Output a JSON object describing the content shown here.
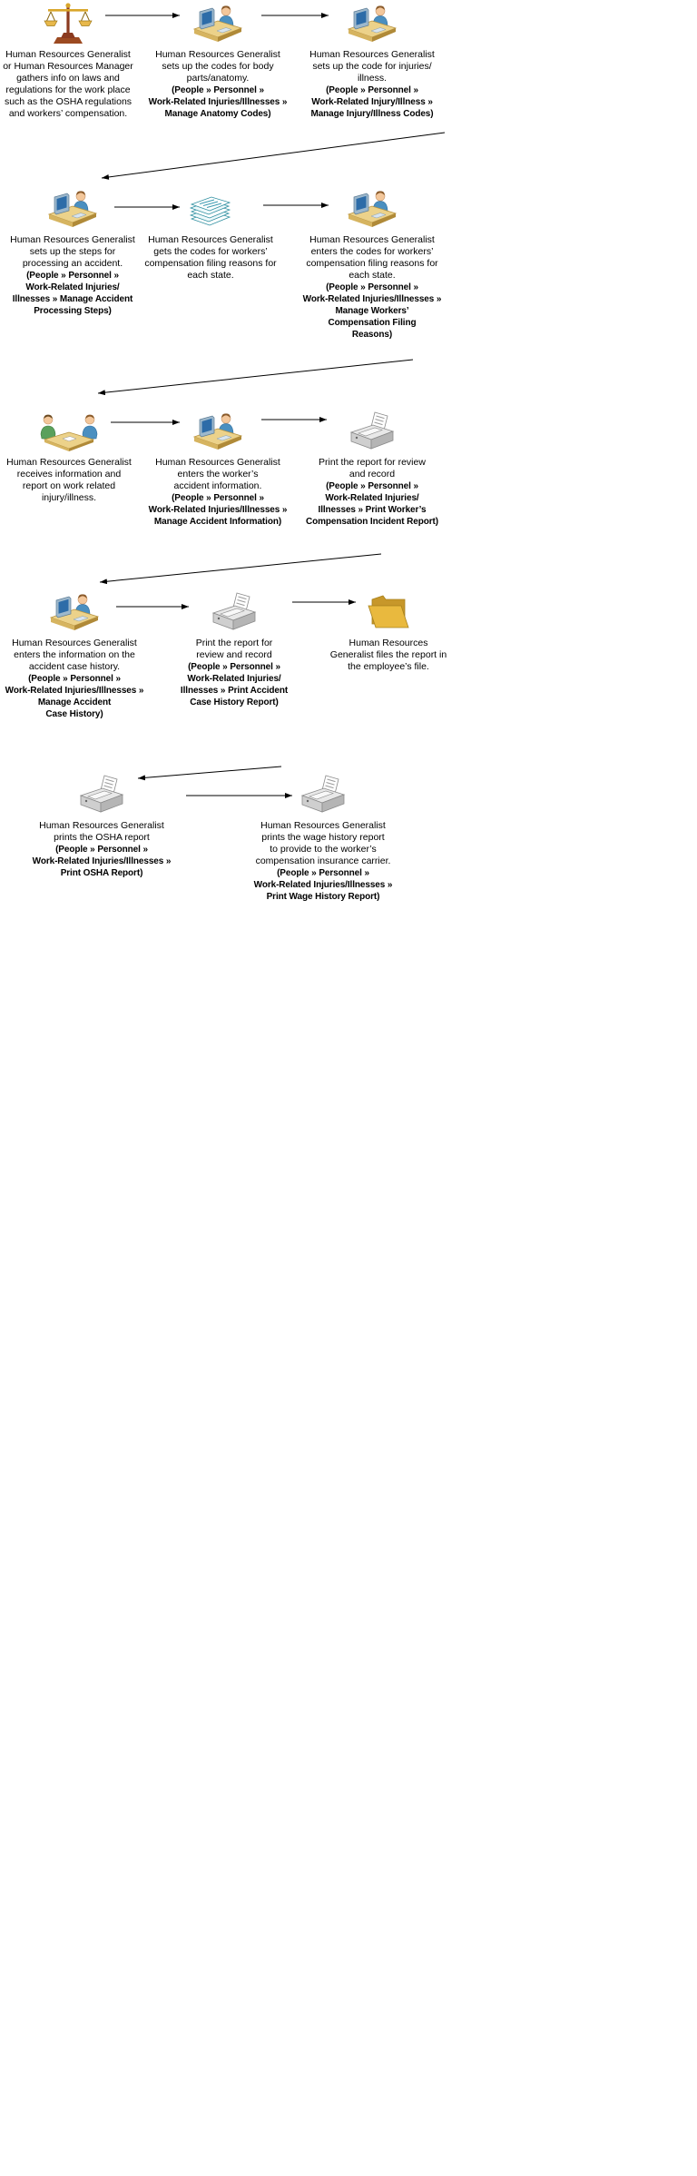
{
  "diagram": {
    "type": "process-flow",
    "palette": {
      "background": "#ffffff",
      "text": "#000000",
      "arrow": "#000000",
      "desk_gold": "#ecd28a",
      "desk_gold_dark": "#d6b460",
      "desk_gold_side": "#b08a38",
      "shirt_blue": "#4a8fc0",
      "shirt_blue_line": "#2f6e9e",
      "shirt_green": "#5aa05c",
      "shirt_green_line": "#3d7a40",
      "skin": "#f3c79b",
      "skin_line": "#c69468",
      "hair_brown": "#8a5a2a",
      "screen_blue": "#2d6ca8",
      "monitor_grey": "#9db8cc",
      "monitor_line": "#5a7a94",
      "paper_teal": "#3a9ab0",
      "printer_light": "#e8e8e8",
      "printer_mid": "#cfcfcf",
      "printer_dark": "#b5b5b5",
      "printer_outline": "#8a8a8a",
      "folder_gold": "#e9b93e",
      "folder_gold_dark": "#c7972a",
      "folder_line": "#a8811c",
      "scales_gold": "#d9a62a",
      "scales_gold_light": "#e8b84b",
      "scales_red": "#8b3a1f",
      "scales_red_light": "#9c4a21"
    },
    "nodes": [
      {
        "id": "n1",
        "icon": "scales-icon",
        "normal_lines": [
          "Human Resources Generalist",
          "or Human Resources Manager",
          "gathers info on laws and",
          "regulations for the work place",
          "such as the OSHA regulations",
          "and workers’ compensation."
        ],
        "bold_lines": []
      },
      {
        "id": "n2",
        "icon": "person-computer-icon",
        "normal_lines": [
          "Human Resources Generalist",
          "sets up the codes for body",
          "parts/anatomy."
        ],
        "bold_lines": [
          "(People » Personnel »",
          "Work-Related Injuries/Illnesses »",
          "Manage Anatomy Codes)"
        ]
      },
      {
        "id": "n3",
        "icon": "person-computer-icon",
        "normal_lines": [
          "Human Resources Generalist",
          "sets up the code for injuries/",
          "illness."
        ],
        "bold_lines": [
          "(People » Personnel »",
          "Work-Related Injury/Illness »",
          "Manage Injury/Illness Codes)"
        ]
      },
      {
        "id": "n4",
        "icon": "person-computer-icon",
        "normal_lines": [
          "Human Resources Generalist",
          "sets up the steps for",
          "processing an accident."
        ],
        "bold_lines": [
          "(People » Personnel »",
          "Work-Related Injuries/",
          "Illnesses » Manage Accident",
          "Processing Steps)"
        ]
      },
      {
        "id": "n5",
        "icon": "documents-icon",
        "normal_lines": [
          "Human Resources Generalist",
          "gets the codes for workers’",
          "compensation filing reasons for",
          "each state."
        ],
        "bold_lines": []
      },
      {
        "id": "n6",
        "icon": "person-computer-icon",
        "normal_lines": [
          "Human Resources Generalist",
          "enters the codes for workers’",
          "compensation filing reasons for",
          "each state."
        ],
        "bold_lines": [
          "(People » Personnel »",
          "Work-Related Injuries/Illnesses »",
          "Manage Workers’",
          "Compensation Filing",
          "Reasons)"
        ]
      },
      {
        "id": "n7",
        "icon": "meeting-icon",
        "normal_lines": [
          "Human Resources Generalist",
          "receives information and",
          "report on work related",
          "injury/illness."
        ],
        "bold_lines": []
      },
      {
        "id": "n8",
        "icon": "person-computer-icon",
        "normal_lines": [
          "Human Resources Generalist",
          "enters the worker’s",
          "accident information."
        ],
        "bold_lines": [
          "(People » Personnel »",
          "Work-Related Injuries/Illnesses »",
          "Manage Accident Information)"
        ]
      },
      {
        "id": "n9",
        "icon": "printer-icon",
        "normal_lines": [
          "Print the report for review",
          "and record"
        ],
        "bold_lines": [
          "(People » Personnel »",
          "Work-Related Injuries/",
          "Illnesses » Print Worker’s",
          "Compensation Incident Report)"
        ]
      },
      {
        "id": "n10",
        "icon": "person-computer-icon",
        "normal_lines": [
          "Human Resources Generalist",
          "enters the information on the",
          "accident case history."
        ],
        "bold_lines": [
          "(People » Personnel »",
          "Work-Related Injuries/Illnesses »",
          "Manage Accident",
          "Case History)"
        ]
      },
      {
        "id": "n11",
        "icon": "printer-icon",
        "normal_lines": [
          "Print the report for",
          "review and record"
        ],
        "bold_lines": [
          "(People » Personnel »",
          "Work-Related Injuries/",
          "Illnesses » Print Accident",
          "Case History Report)"
        ]
      },
      {
        "id": "n12",
        "icon": "folder-icon",
        "normal_lines": [
          "Human Resources",
          "Generalist files the report in",
          "the employee’s file."
        ],
        "bold_lines": []
      },
      {
        "id": "n13",
        "icon": "printer-icon",
        "normal_lines": [
          "Human Resources Generalist",
          "prints the OSHA report"
        ],
        "bold_lines": [
          "(People » Personnel »",
          "Work-Related Injuries/Illnesses »",
          "Print OSHA Report)"
        ]
      },
      {
        "id": "n14",
        "icon": "printer-icon",
        "normal_lines": [
          "Human Resources Generalist",
          "prints the wage history report",
          "to provide to the worker’s",
          "compensation insurance carrier."
        ],
        "bold_lines": [
          "(People » Personnel »",
          "Work-Related Injuries/Illnesses »",
          "Print Wage History Report)"
        ]
      }
    ],
    "connections": [
      {
        "from": "n1",
        "to": "n2"
      },
      {
        "from": "n2",
        "to": "n3"
      },
      {
        "from": "n3",
        "to": "n4"
      },
      {
        "from": "n4",
        "to": "n5"
      },
      {
        "from": "n5",
        "to": "n6"
      },
      {
        "from": "n6",
        "to": "n7"
      },
      {
        "from": "n7",
        "to": "n8"
      },
      {
        "from": "n8",
        "to": "n9"
      },
      {
        "from": "n9",
        "to": "n10"
      },
      {
        "from": "n10",
        "to": "n11"
      },
      {
        "from": "n11",
        "to": "n12"
      },
      {
        "from": "n12",
        "to": "n13"
      },
      {
        "from": "n13",
        "to": "n14"
      }
    ]
  }
}
